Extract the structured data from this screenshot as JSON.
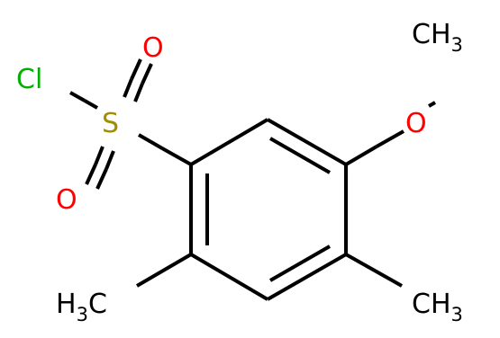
{
  "molecule": {
    "atoms": {
      "cl": "Cl",
      "s": "S",
      "o_top": "O",
      "o_bottom": "O",
      "o_methoxy": "O",
      "ch3_top": {
        "main": "CH",
        "sub": "3"
      },
      "ch3_left": {
        "main": "H",
        "sub": "3",
        "tail": "C"
      },
      "ch3_right": {
        "main": "CH",
        "sub": "3"
      }
    },
    "colors": {
      "carbon": "#000000",
      "chlorine": "#00b000",
      "sulfur": "#a09000",
      "oxygen": "#ff0000"
    }
  }
}
